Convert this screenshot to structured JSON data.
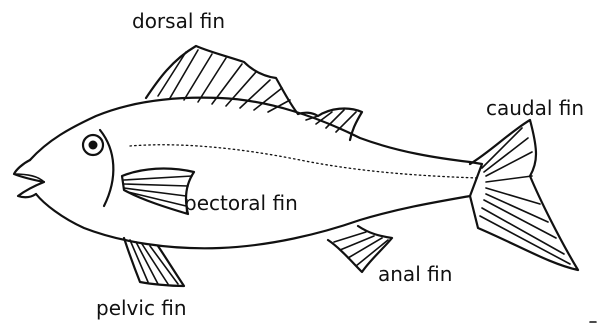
{
  "labels": {
    "dorsal": "dorsal fin",
    "caudal": "caudal fin",
    "pectoral": "pectoral fin",
    "anal": "anal fin",
    "pelvic": "pelvic fin"
  },
  "colors": {
    "ink": "#111111",
    "background": "#ffffff"
  }
}
